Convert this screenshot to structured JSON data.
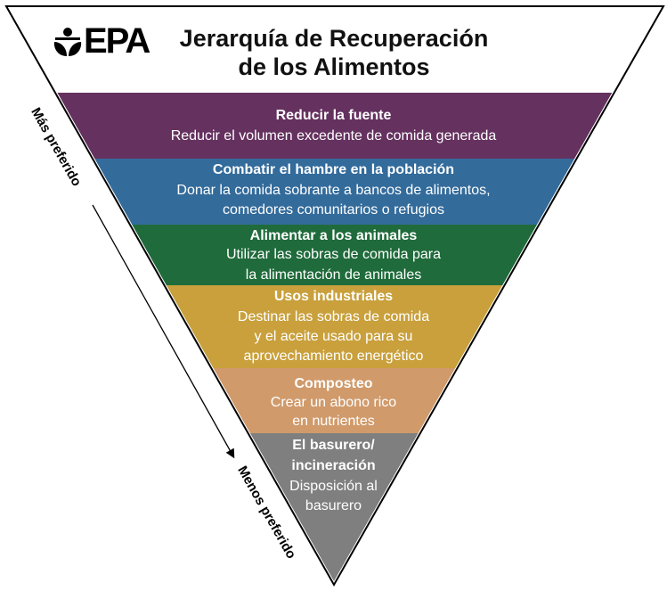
{
  "logo": {
    "text": "EPA"
  },
  "title": {
    "line1": "Jerarquía de Recuperación",
    "line2": "de los Alimentos"
  },
  "side_labels": {
    "top": "Más preferido",
    "bottom": "Menos preferido"
  },
  "tiers": [
    {
      "title": "Reducir la fuente",
      "lines": [
        "Reducir el volumen excedente de comida generada"
      ],
      "color": "#65315f"
    },
    {
      "title": "Combatir el hambre en la población",
      "lines": [
        "Donar la comida sobrante a bancos de alimentos,",
        "comedores comunitarios o refugios"
      ],
      "color": "#336b9b"
    },
    {
      "title": "Alimentar a los animales",
      "lines": [
        "Utilizar las sobras de comida para",
        "la alimentación de animales"
      ],
      "color": "#1f6b3b"
    },
    {
      "title": "Usos industriales",
      "lines": [
        "Destinar las sobras de comida",
        "y el aceite usado para su",
        "aprovechamiento energético"
      ],
      "color": "#c9a03c"
    },
    {
      "title": "Composteo",
      "lines": [
        "Crear un abono rico",
        "en nutrientes"
      ],
      "color": "#d09a6b"
    },
    {
      "title": "El basurero/",
      "title2": "incineración",
      "lines": [
        "Disposición al",
        "basurero"
      ],
      "color": "#7f7f7f"
    }
  ]
}
